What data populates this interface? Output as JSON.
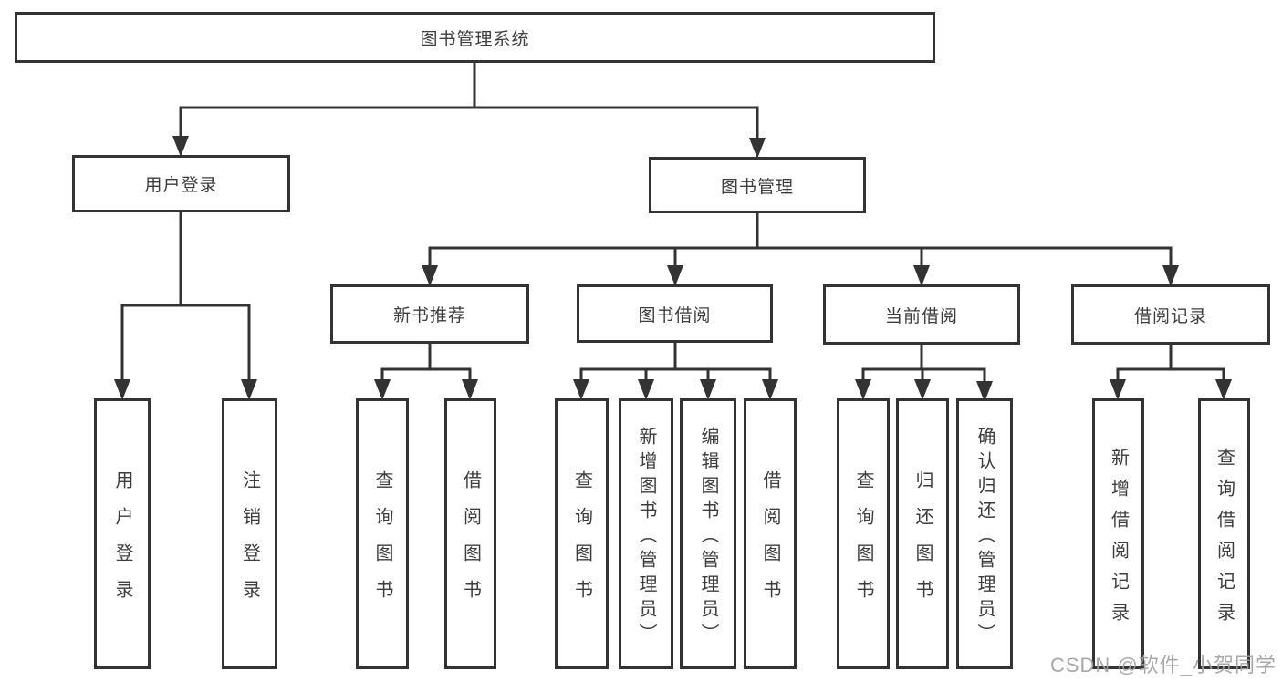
{
  "diagram_title": "图书管理系统",
  "watermark": {
    "text": "CSDN @软件_小贺同学"
  },
  "colors": {
    "line": "#333333",
    "box_border": "#333333",
    "text": "#3d3d3d",
    "watermark": "#9e9e9e",
    "background": "#ffffff"
  },
  "tree": {
    "root": {
      "label": "图书管理系统"
    },
    "children": [
      {
        "label": "用户登录",
        "children": [
          {
            "label": "用户登录"
          },
          {
            "label": "注销登录"
          }
        ]
      },
      {
        "label": "图书管理",
        "children": [
          {
            "label": "新书推荐",
            "children": [
              {
                "label": "查询图书"
              },
              {
                "label": "借阅图书"
              }
            ]
          },
          {
            "label": "图书借阅",
            "children": [
              {
                "label": "查询图书"
              },
              {
                "label": "新增图书（管理员）"
              },
              {
                "label": "编辑图书（管理员）"
              },
              {
                "label": "借阅图书"
              }
            ]
          },
          {
            "label": "当前借阅",
            "children": [
              {
                "label": "查询图书"
              },
              {
                "label": "归还图书"
              },
              {
                "label": "确认归还（管理员）"
              }
            ]
          },
          {
            "label": "借阅记录",
            "children": [
              {
                "label": "新增借阅记录"
              },
              {
                "label": "查询借阅记录"
              }
            ]
          }
        ]
      }
    ]
  }
}
